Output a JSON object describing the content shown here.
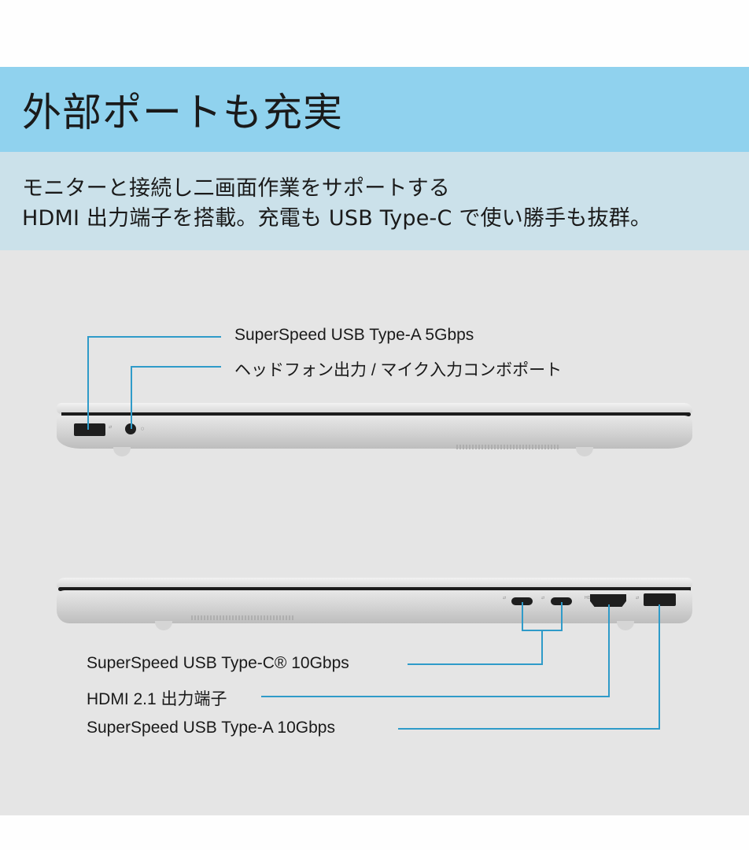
{
  "header": {
    "title": "外部ポートも充実",
    "subtitle_line1": "モニターと接続し二画面作業をサポートする",
    "subtitle_line2": "HDMI 出力端子を搭載。充電も USB Type-C で使い勝手も抜群。"
  },
  "colors": {
    "title_band": "#90d2ee",
    "subtitle_band": "#cbe1ea",
    "content_bg": "#e5e5e5",
    "callout_line": "#2f9bc9"
  },
  "left_side_view": {
    "ports": [
      {
        "id": "usb-a-5gbps",
        "label": "SuperSpeed USB Type-A 5Gbps"
      },
      {
        "id": "audio-combo",
        "label": "ヘッドフォン出力 / マイク入力コンボポート"
      }
    ]
  },
  "right_side_view": {
    "ports": [
      {
        "id": "usb-c-10gbps",
        "label": "SuperSpeed USB Type-C® 10Gbps",
        "count": 2
      },
      {
        "id": "hdmi-2-1",
        "label": "HDMI 2.1 出力端子"
      },
      {
        "id": "usb-a-10gbps",
        "label": "SuperSpeed USB Type-A 10Gbps"
      }
    ]
  }
}
